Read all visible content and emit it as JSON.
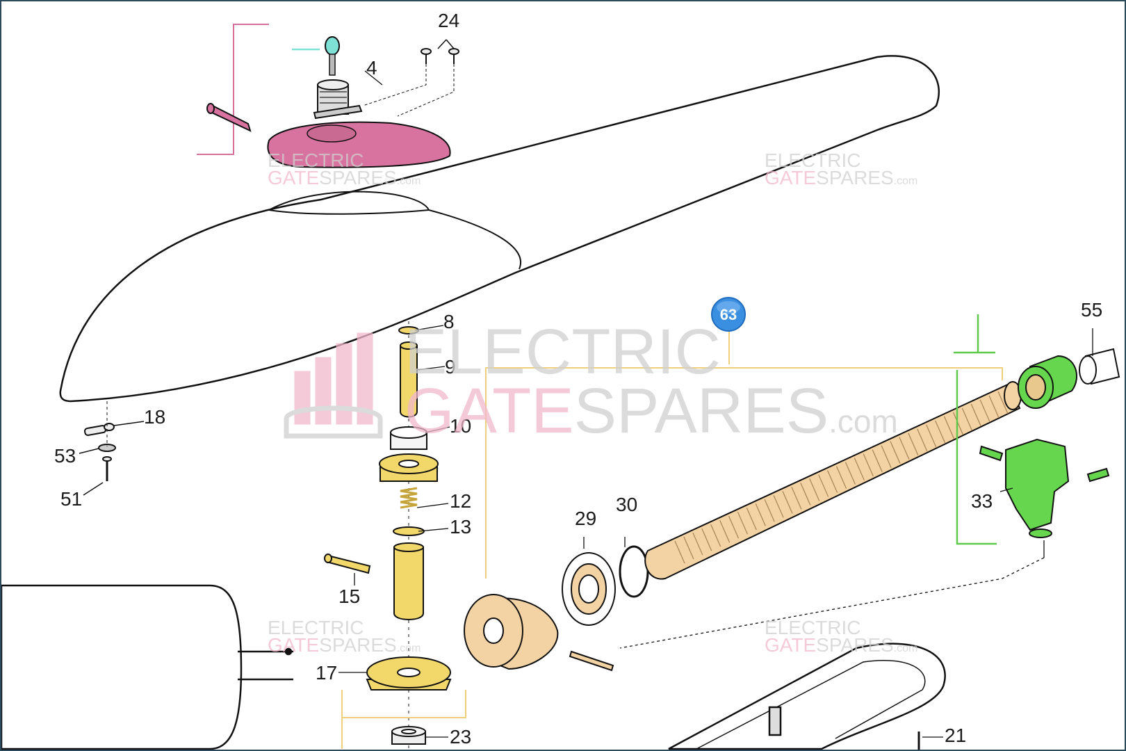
{
  "diagram": {
    "part_labels": {
      "p24": "24",
      "p4": "4",
      "p8": "8",
      "p9": "9",
      "p10": "10",
      "p12": "12",
      "p13": "13",
      "p15": "15",
      "p17": "17",
      "p18": "18",
      "p21": "21",
      "p23": "23",
      "p29": "29",
      "p30": "30",
      "p33": "33",
      "p51": "51",
      "p53": "53",
      "p55": "55"
    },
    "badge": "63",
    "watermark": {
      "line1": "ELECTRIC",
      "line2_a": "GATE",
      "line2_b": "SPARES",
      "suffix": ".com"
    }
  },
  "colors": {
    "pink_part": "#d8739f",
    "yellow_part": "#f2d76b",
    "peach_part": "#f3d2a4",
    "green_part": "#66d64e",
    "teal_key": "#7fe0d6",
    "badge_blue": "#3a8fe0",
    "bracket_yellow": "#efcf7c",
    "bracket_green": "#5ec94a",
    "bracket_pink": "#d66f9a",
    "watermark_gray": "#cfcfcf",
    "watermark_pink": "#f1b7cc"
  }
}
